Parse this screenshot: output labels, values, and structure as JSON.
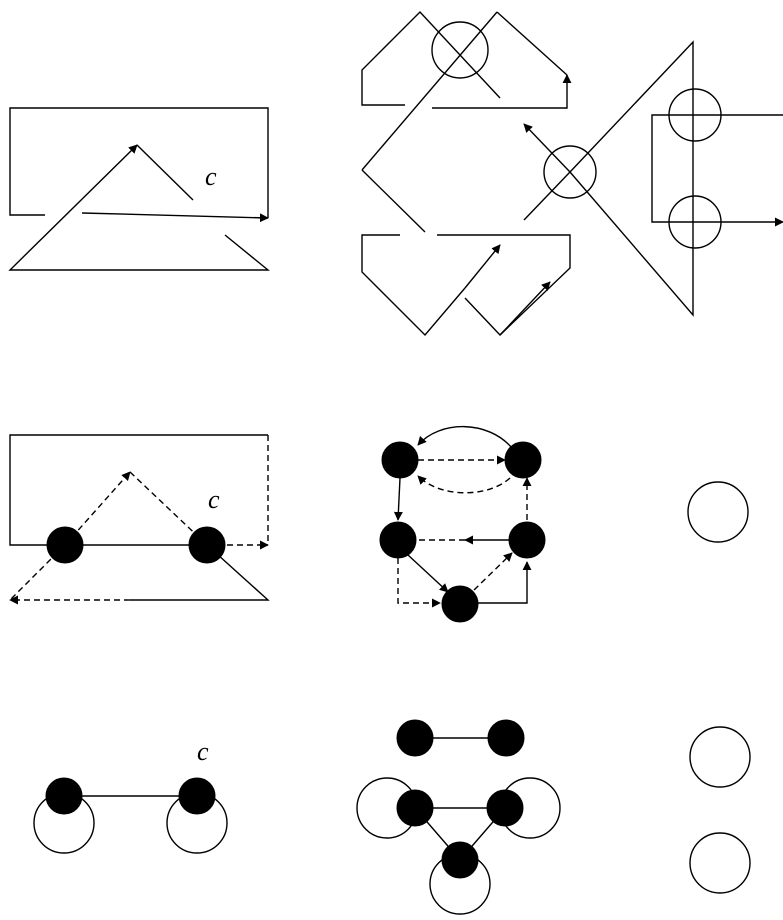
{
  "figure": {
    "labels": {
      "knot_crossing": "c",
      "graph_crossing": "c",
      "reduced_crossing": "c"
    }
  }
}
